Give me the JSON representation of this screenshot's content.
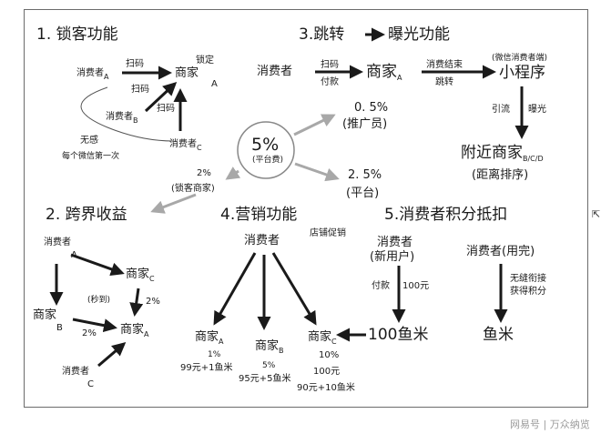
{
  "sections": {
    "s1_title": "1. 锁客功能",
    "s2_title": "2. 跨界收益",
    "s3_title": "3.跳转",
    "s3_title_end": "曝光功能",
    "s4_title": "4.营销功能",
    "s5_title": "5.消费者积分抵扣"
  },
  "s1": {
    "consumer": "消费者",
    "sub_a": "A",
    "sub_b": "B",
    "sub_c": "C",
    "merchant": "商家",
    "merchant_sub": "A",
    "lock": "锁定",
    "scan": "扫码",
    "silent": "无感",
    "first": "每个微信第一次"
  },
  "center": {
    "pct": "5%",
    "fee": "(平台费)",
    "promoter_pct": "0. 5%",
    "promoter": "(推广员)",
    "platform_pct": "2. 5%",
    "platform": "(平台)",
    "lock_pct": "2%",
    "lock_merchant": "(锁客商家)"
  },
  "s3": {
    "consumer": "消费者",
    "scan": "扫码",
    "pay": "付款",
    "merchant": "商家",
    "merchant_sub": "A",
    "done": "消费结束",
    "jump": "跳转",
    "wechat": "(微信消费者端)",
    "mini": "小程序",
    "traffic": "引流",
    "expose": "曝光",
    "nearby": "附近商家",
    "nearby_sub": "B/C/D",
    "sort": "(距离排序)"
  },
  "s2": {
    "consumer": "消费者",
    "merchant": "商家",
    "sub_a": "A",
    "sub_b": "B",
    "sub_c": "C",
    "pct2": "2%",
    "seconds": "(秒到)"
  },
  "s4": {
    "consumer": "消费者",
    "promo": "店铺促销",
    "merchant": "商家",
    "sub_a": "A",
    "sub_b": "B",
    "sub_c": "C",
    "a_pct": "1%",
    "a_offer": "99元+1鱼米",
    "b_pct": "5%",
    "b_offer": "95元+5鱼米",
    "c_pct": "10%",
    "c_amt": "100元",
    "c_offer": "90元+10鱼米"
  },
  "s5": {
    "consumer_new": "消费者",
    "new_user": "(新用户)",
    "pay": "付款",
    "amount": "100元",
    "fish100": "100鱼米",
    "consumer_used": "消费者(用完)",
    "seamless": "无缝衔接",
    "earn": "获得积分",
    "fish": "鱼米"
  },
  "watermark": "网易号 | 万众纳览",
  "colors": {
    "arrow": "#1a1a1a",
    "grey_arrow": "#a8a8a8",
    "frame": "#6b6b6b"
  }
}
